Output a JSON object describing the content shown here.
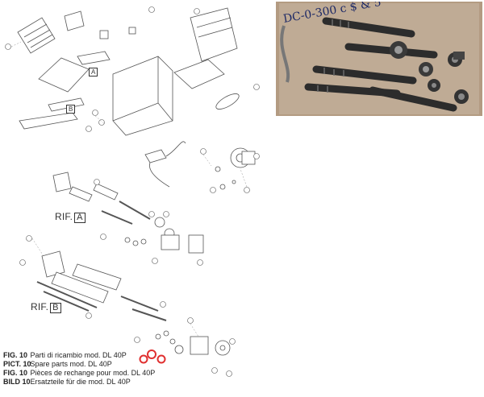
{
  "diagram": {
    "references": [
      {
        "label": "RIF.",
        "letter": "A"
      },
      {
        "label": "RIF.",
        "letter": "B"
      }
    ],
    "inline_refs": [
      "A",
      "B"
    ],
    "highlight_color": "#e03030"
  },
  "photo": {
    "handwritten_note": "DC-0-300 c $ & 5"
  },
  "captions": [
    {
      "fig": "FIG. 10",
      "text": "Parti di ricambio mod. DL 40P"
    },
    {
      "fig": "PICT. 10",
      "text": "Spare parts mod. DL 40P"
    },
    {
      "fig": "FIG. 10",
      "text": "Pièces de rechange pour mod. DL 40P"
    },
    {
      "fig": "BILD 10",
      "text": "Ersatzteile für die mod. DL 40P"
    }
  ]
}
